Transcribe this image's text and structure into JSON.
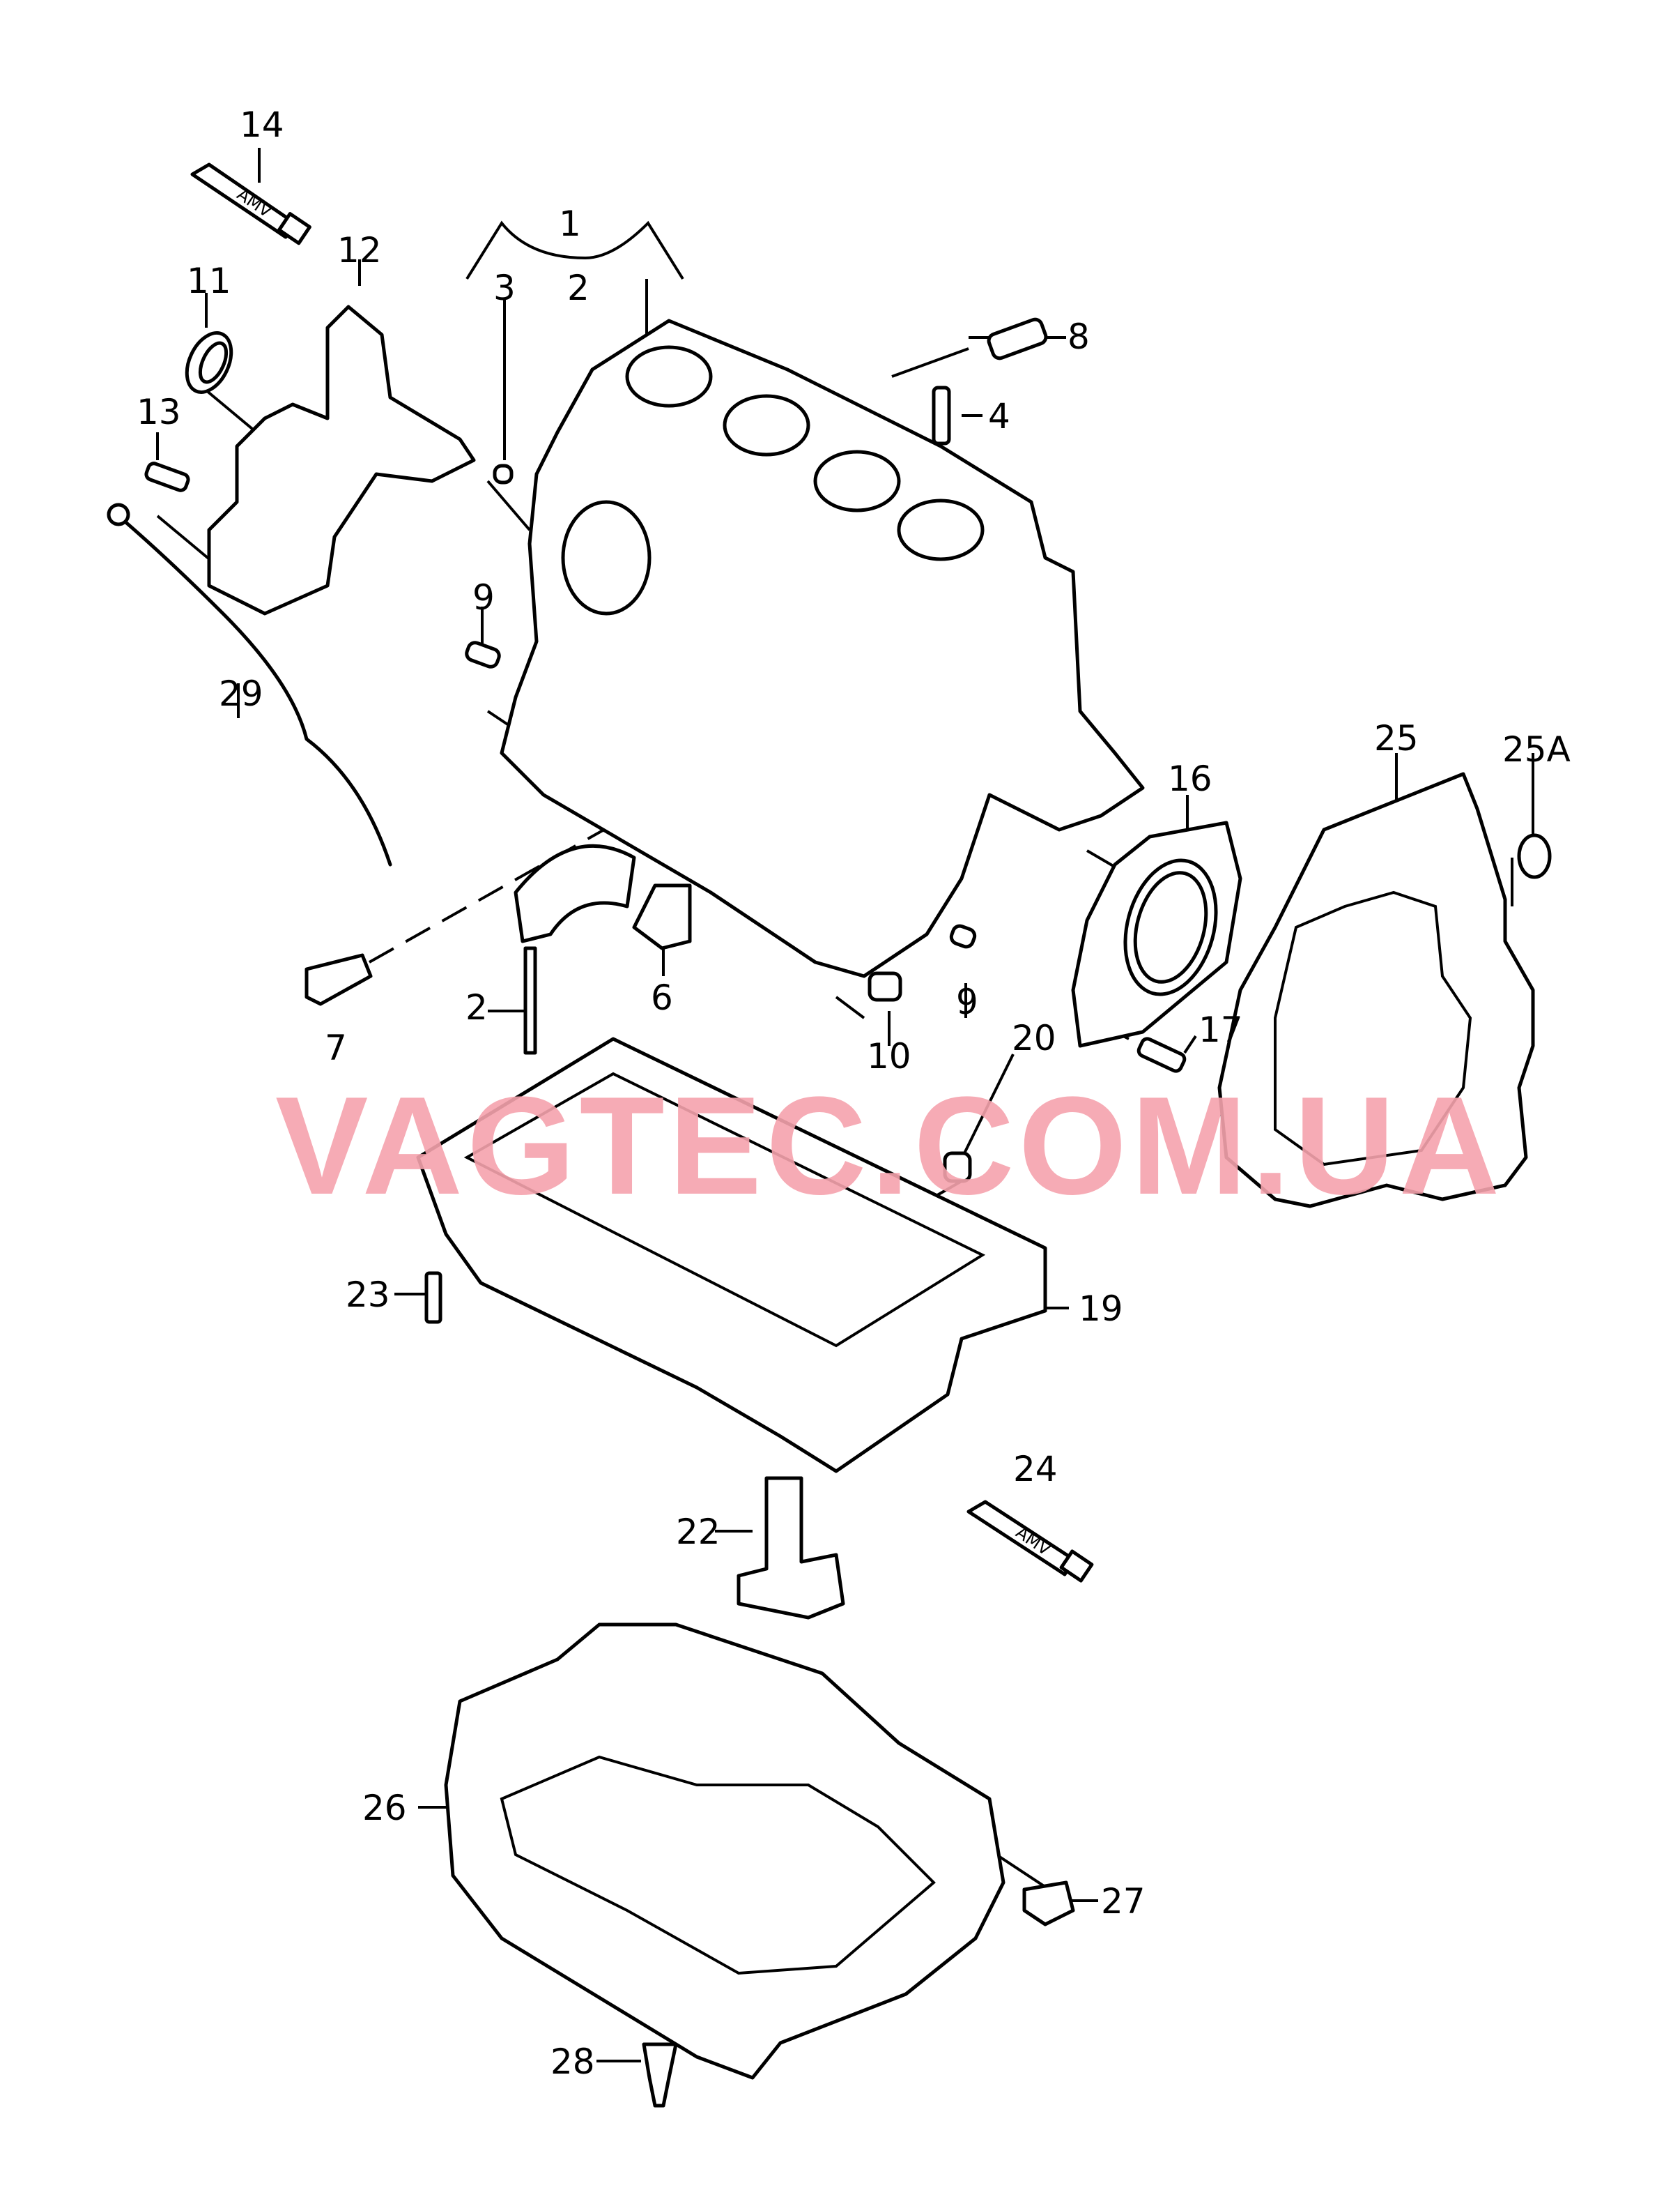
{
  "diagram": {
    "callouts": {
      "c1": "1",
      "c2a": "2",
      "c2b": "2",
      "c3": "3",
      "c4": "4",
      "c6": "6",
      "c7": "7",
      "c8": "8",
      "c9a": "9",
      "c9b": "9",
      "c10": "10",
      "c11": "11",
      "c12": "12",
      "c13": "13",
      "c14": "14",
      "c16": "16",
      "c17": "17",
      "c19": "19",
      "c20": "20",
      "c22": "22",
      "c23": "23",
      "c24": "24",
      "c25": "25",
      "c25a": "25A",
      "c26": "26",
      "c27": "27",
      "c28": "28",
      "c29": "29"
    },
    "tube_text_14": "AMV",
    "tube_text_24": "AMV",
    "watermark": "VAGTEC.COM.UA"
  }
}
